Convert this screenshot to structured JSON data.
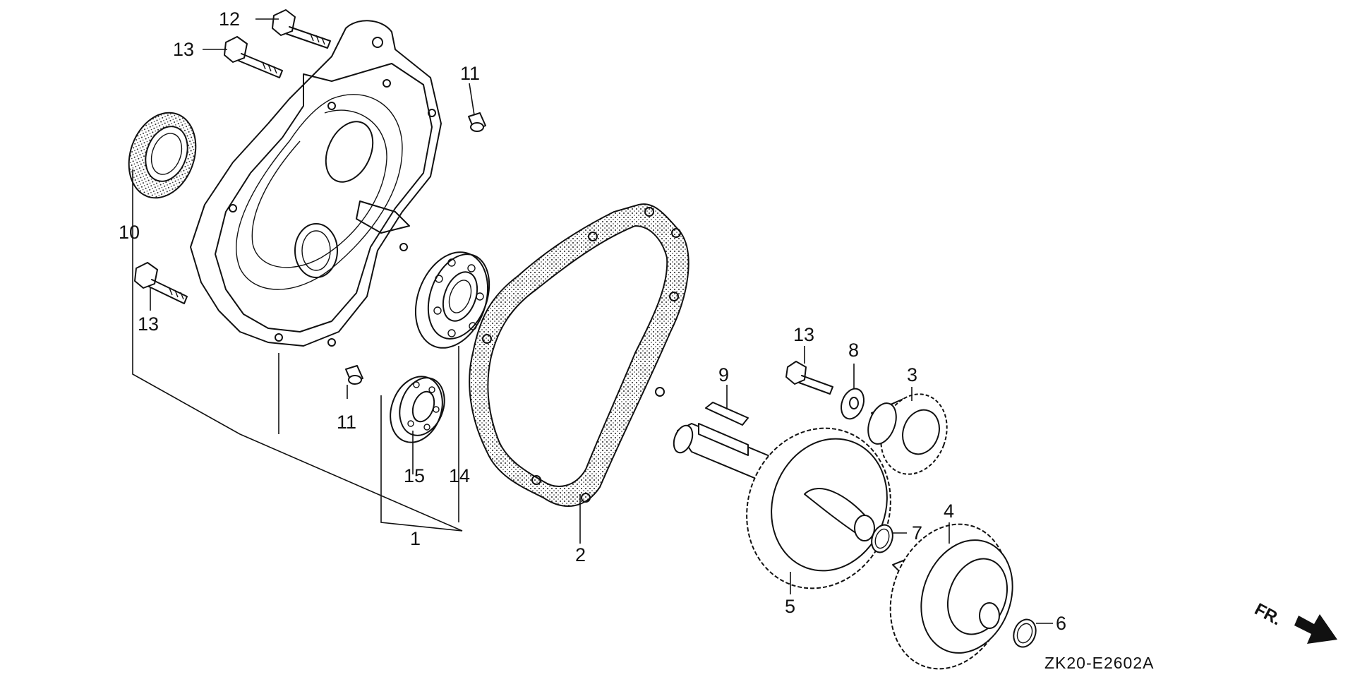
{
  "diagram": {
    "code": "ZK20-E2602A",
    "direction_label": "FR.",
    "callouts": [
      {
        "id": "c1",
        "label": "1"
      },
      {
        "id": "c2",
        "label": "2"
      },
      {
        "id": "c3",
        "label": "3"
      },
      {
        "id": "c4",
        "label": "4"
      },
      {
        "id": "c5",
        "label": "5"
      },
      {
        "id": "c6",
        "label": "6"
      },
      {
        "id": "c7",
        "label": "7"
      },
      {
        "id": "c8",
        "label": "8"
      },
      {
        "id": "c9",
        "label": "9"
      },
      {
        "id": "c10",
        "label": "10"
      },
      {
        "id": "c11a",
        "label": "11"
      },
      {
        "id": "c11b",
        "label": "11"
      },
      {
        "id": "c12",
        "label": "12"
      },
      {
        "id": "c13a",
        "label": "13"
      },
      {
        "id": "c13b",
        "label": "13"
      },
      {
        "id": "c13c",
        "label": "13"
      },
      {
        "id": "c14",
        "label": "14"
      },
      {
        "id": "c15",
        "label": "15"
      }
    ]
  }
}
